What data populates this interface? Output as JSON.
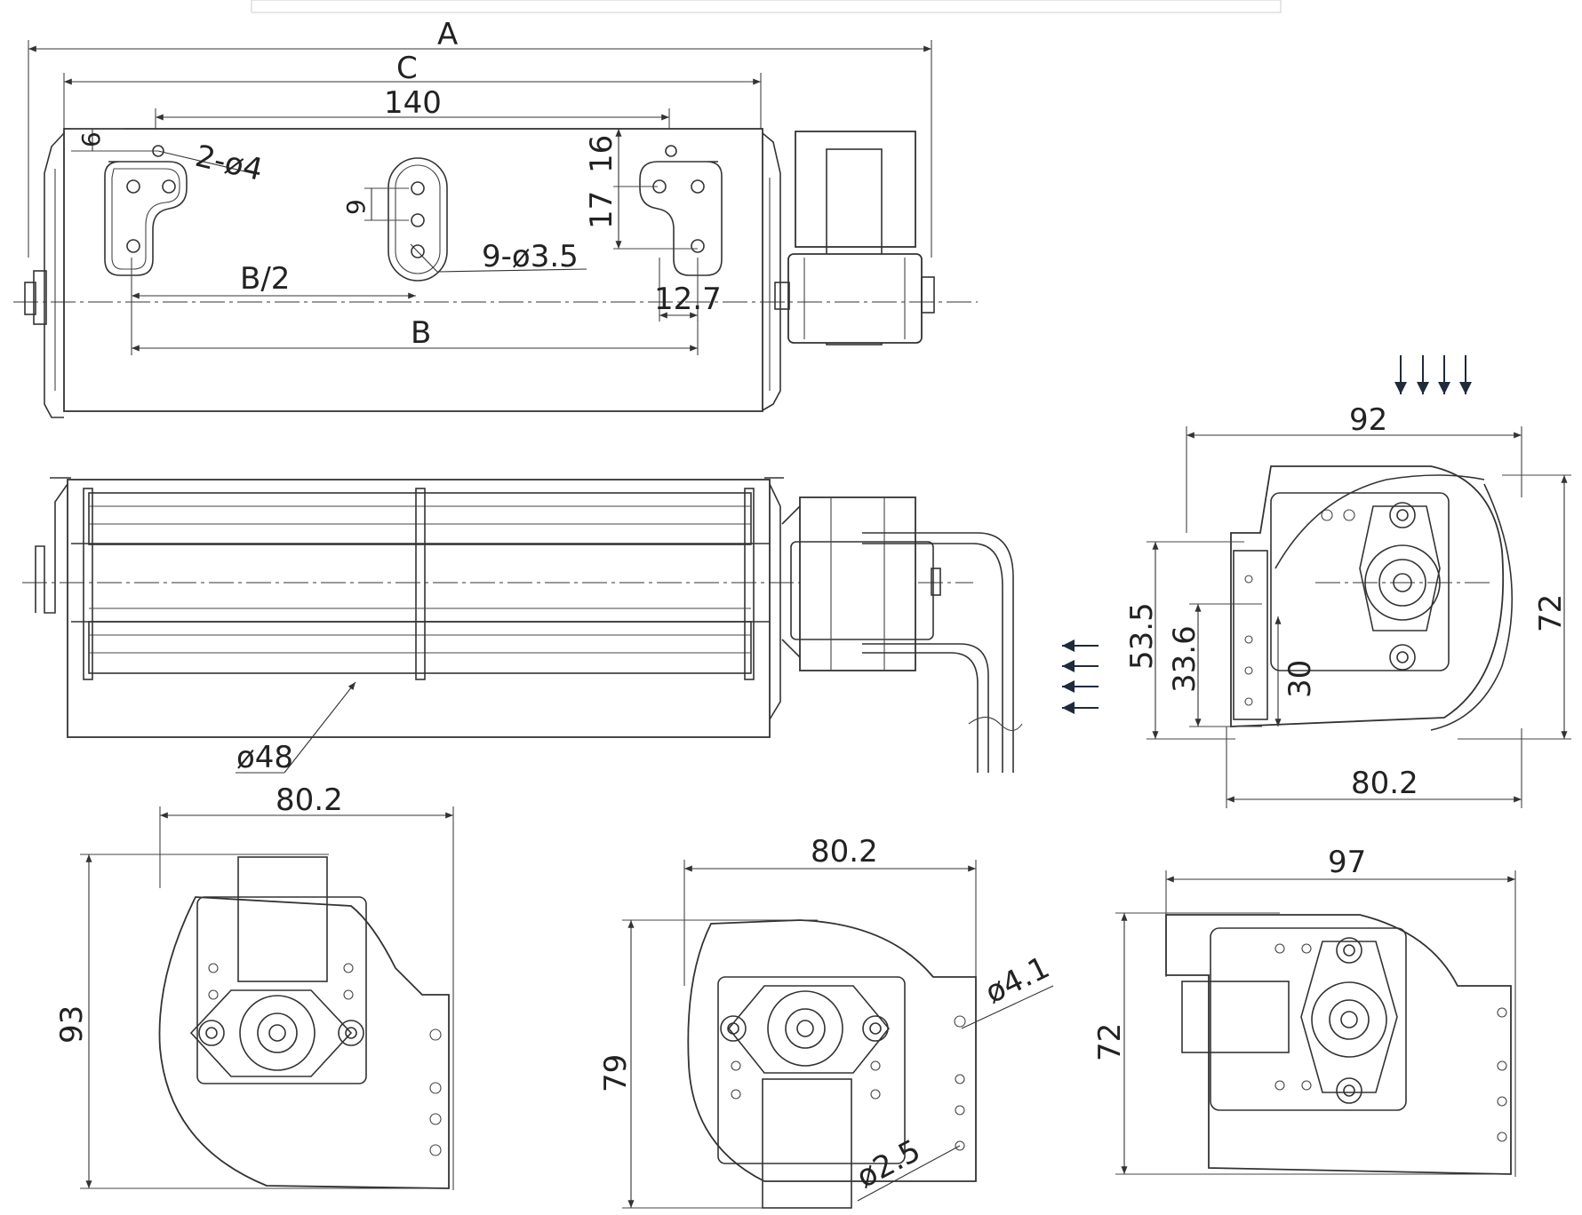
{
  "top_view": {
    "dim_a": "A",
    "dim_c": "C",
    "dim_140": "140",
    "dim_6": "6",
    "dim_2phi4": "2-ø4",
    "dim_16": "16",
    "dim_17": "17",
    "dim_9": "9",
    "dim_9phi35": "9-ø3.5",
    "dim_b_half": "B/2",
    "dim_127": "12.7",
    "dim_b": "B"
  },
  "front_view": {
    "dim_phi48": "ø48"
  },
  "side_view": {
    "dim_92": "92",
    "dim_72": "72",
    "dim_535": "53.5",
    "dim_336": "33.6",
    "dim_30": "30",
    "dim_802": "80.2"
  },
  "bottom_left_view": {
    "dim_802": "80.2",
    "dim_93": "93"
  },
  "bottom_mid_view": {
    "dim_802": "80.2",
    "dim_79": "79",
    "dim_phi41": "ø4.1",
    "dim_phi25": "ø2.5"
  },
  "bottom_right_view": {
    "dim_97": "97",
    "dim_72": "72"
  }
}
